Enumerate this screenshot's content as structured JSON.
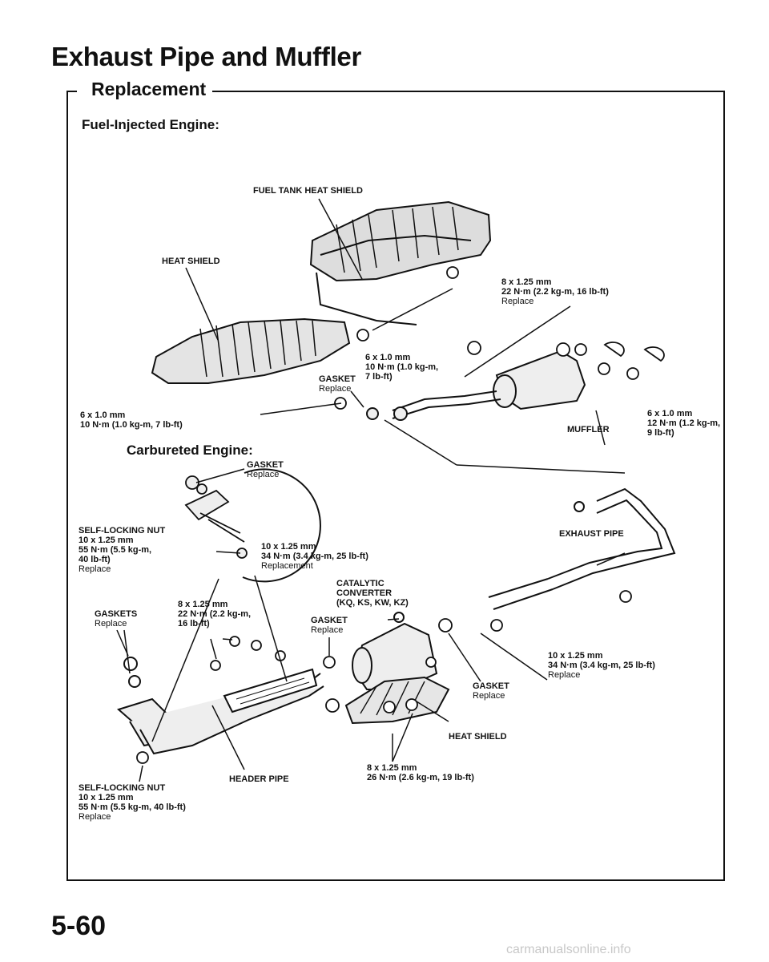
{
  "page": {
    "title": "Exhaust Pipe and Muffler",
    "section": "Replacement",
    "page_number": "5-60",
    "watermark": "carmanualsonline.info"
  },
  "fuel_injected": {
    "heading": "Fuel-Injected Engine:",
    "labels": {
      "fuel_tank_heat_shield": "FUEL TANK HEAT SHIELD",
      "heat_shield": "HEAT SHIELD",
      "spec_8x125": [
        "8 x 1.25 mm",
        "22 N·m (2.2 kg-m, 16 lb-ft)",
        "Replace"
      ],
      "spec_6x10_center": [
        "6 x 1.0 mm",
        "10 N·m (1.0 kg-m,",
        "7 lb-ft)"
      ],
      "gasket": [
        "GASKET",
        "Replace"
      ],
      "spec_6x10_left": [
        "6 x 1.0 mm",
        "10 N·m (1.0 kg-m, 7 lb-ft)"
      ],
      "spec_6x10_right": [
        "6 x 1.0 mm",
        "12 N·m (1.2 kg-m,",
        "9 lb-ft)"
      ],
      "muffler": "MUFFLER"
    }
  },
  "carbureted": {
    "heading": "Carbureted Engine:",
    "labels": {
      "gasket_top": [
        "GASKET",
        "Replace"
      ],
      "self_locking_nut_top": [
        "SELF-LOCKING NUT",
        "10 x 1.25 mm",
        "55 N·m (5.5 kg-m,",
        "40 lb-ft)",
        "Replace"
      ],
      "spec_10x125_center": [
        "10 x 1.25 mm",
        "34 N·m (3.4 kg-m, 25 lb-ft)",
        "Replacement"
      ],
      "exhaust_pipe": "EXHAUST PIPE",
      "catalytic_converter": [
        "CATALYTIC",
        "CONVERTER",
        "(KQ, KS, KW, KZ)"
      ],
      "gasket_mid": [
        "GASKET",
        "Replace"
      ],
      "gaskets_left": [
        "GASKETS",
        "Replace"
      ],
      "spec_8x125_left": [
        "8 x 1.25 mm",
        "22 N·m (2.2 kg-m,",
        "16 lb-ft)"
      ],
      "spec_10x125_right": [
        "10 x 1.25 mm",
        "34 N·m (3.4 kg-m, 25 lb-ft)",
        "Replace"
      ],
      "gasket_right": [
        "GASKET",
        "Replace"
      ],
      "heat_shield": "HEAT SHIELD",
      "spec_8x125_bottom": [
        "8 x 1.25 mm",
        "26 N·m (2.6 kg-m, 19 lb-ft)"
      ],
      "header_pipe": "HEADER PIPE",
      "self_locking_nut_bottom": [
        "SELF-LOCKING NUT",
        "10 x 1.25 mm",
        "55 N·m (5.5 kg-m, 40 lb-ft)",
        "Replace"
      ]
    }
  }
}
